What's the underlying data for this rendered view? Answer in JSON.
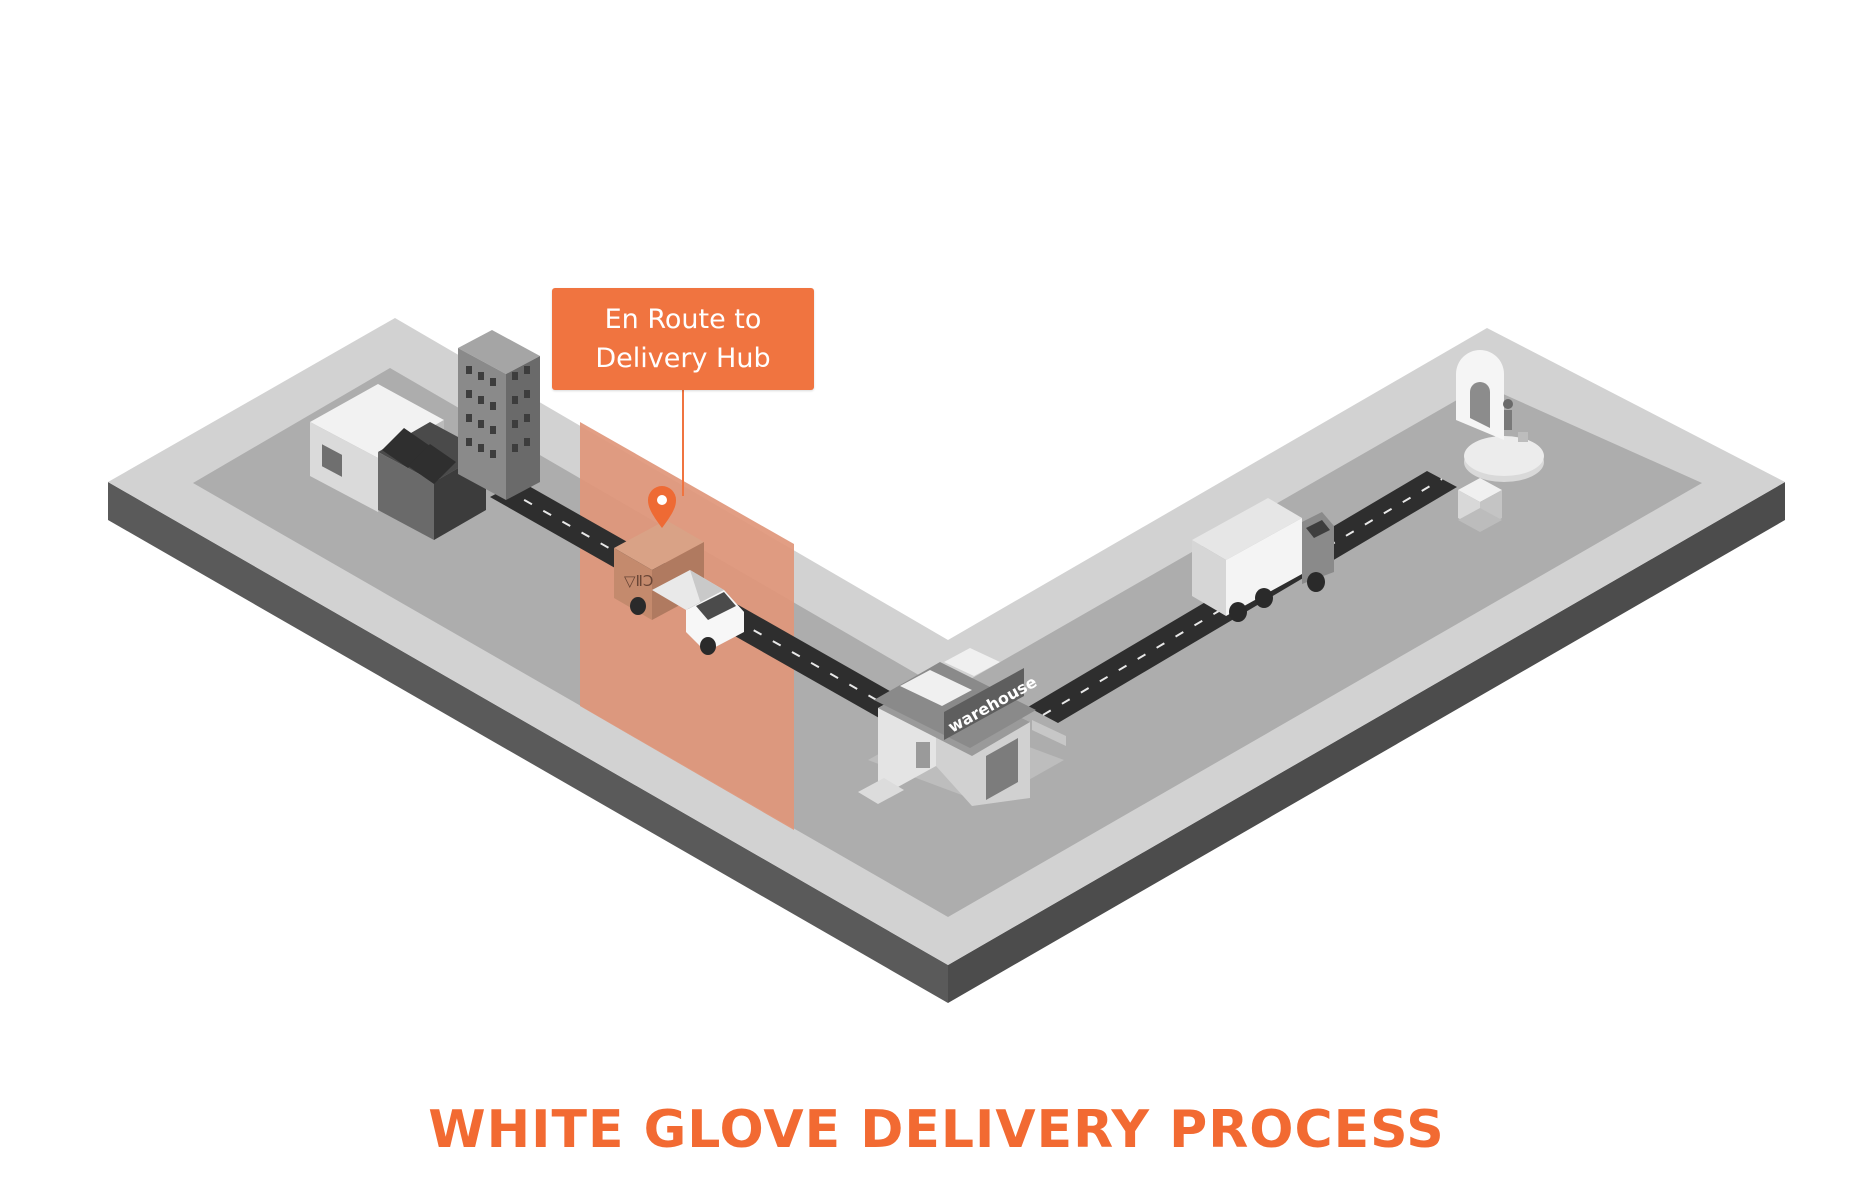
{
  "callout": {
    "line1": "En Route to",
    "line2": "Delivery Hub"
  },
  "title": "WHITE GLOVE DELIVERY PROCESS",
  "warehouse_sign": "warehouse",
  "colors": {
    "accent": "#f07440",
    "highlight_band": "#e0967a",
    "platform_top": "#d2d2d2",
    "platform_side": "#5a5a5a",
    "ground": "#adadad",
    "road": "#2e2e2e"
  },
  "stages": [
    "industrial-buildings",
    "delivery-van",
    "warehouse",
    "box-truck",
    "customer-home"
  ],
  "active_stage": "delivery-van"
}
